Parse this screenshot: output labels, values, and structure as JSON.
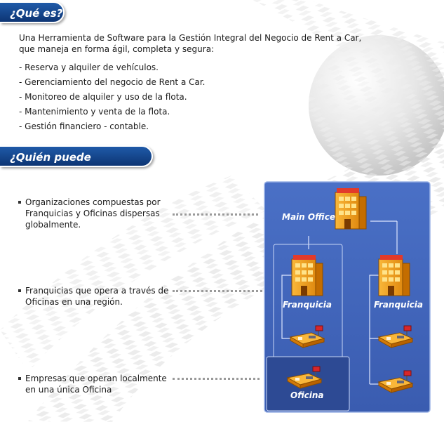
{
  "sections": {
    "que_es": {
      "title": "¿Qué es?"
    },
    "quien": {
      "title": "¿Quién puede utilizarlo?"
    }
  },
  "intro": {
    "line1": "Una Herramienta de Software para la Gestión Integral del Negocio de Rent a Car,",
    "line2": "que maneja en forma ágil, completa y segura:"
  },
  "features": [
    "- Reserva y alquiler de vehículos.",
    "- Gerenciamiento del negocio de Rent a Car.",
    "- Monitoreo de alquiler y uso de la flota.",
    "- Mantenimiento y venta de la flota.",
    "- Gestión financiero - contable."
  ],
  "organizations": [
    {
      "line1": "Organizaciones compuestas por",
      "line2": "Franquicias y Oficinas dispersas",
      "line3": "globalmente."
    },
    {
      "line1": "Franquicias que opera a través de",
      "line2": "Oficinas en una región."
    },
    {
      "line1": "Empresas que operan localmente",
      "line2": "en una única Oficina"
    }
  ],
  "diagram": {
    "main_office": "Main Office",
    "franquicia_left": "Franquicia",
    "franquicia_right": "Franquicia",
    "oficina": "Oficina"
  },
  "colors": {
    "tab_blue": "#0d3574",
    "panel_blue": "#3f64ba",
    "panel_dark": "#2d4a94",
    "building_orange": "#f4a21c"
  },
  "icons": [
    "main-office-building-icon",
    "franquicia-building-icon",
    "oficina-desk-icon"
  ]
}
